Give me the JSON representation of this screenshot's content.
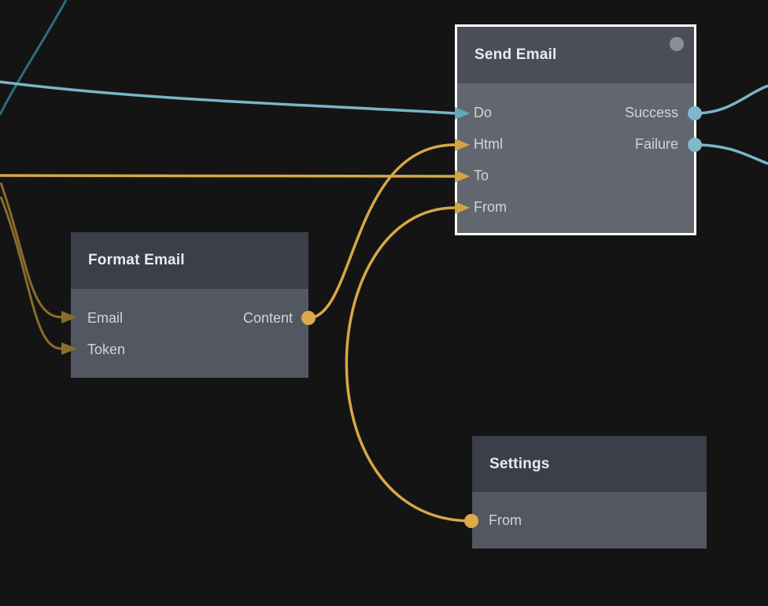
{
  "canvas": {
    "background_color": "#141414"
  },
  "colors": {
    "wire_gold": "#d7a847",
    "wire_gold_dim": "#8a6c2c",
    "wire_teal": "#79b6c7",
    "wire_teal_dim": "#2f6c82",
    "node_header": "#3a3f49",
    "node_body": "#525761",
    "selected_node_header": "#4a4e58",
    "selected_node_body": "#62666f",
    "selection_border": "#ffffff",
    "status_dot": "#8d8f94"
  },
  "nodes": {
    "send_email": {
      "title": "Send Email",
      "selected": true,
      "status_indicator": "gray-dot",
      "ports": {
        "do": "Do",
        "html": "Html",
        "to": "To",
        "from": "From",
        "success": "Success",
        "failure": "Failure"
      }
    },
    "format_email": {
      "title": "Format Email",
      "selected": false,
      "ports": {
        "email": "Email",
        "token": "Token",
        "content": "Content"
      }
    },
    "settings": {
      "title": "Settings",
      "selected": false,
      "ports": {
        "from": "From"
      }
    }
  },
  "connections": [
    {
      "from": "offscreen-left",
      "to": "send_email.do",
      "color": "teal"
    },
    {
      "from": "offscreen-left",
      "to": "send_email.to",
      "color": "gold"
    },
    {
      "from": "offscreen-left",
      "to": "format_email.email",
      "color": "gold-dim"
    },
    {
      "from": "offscreen-left",
      "to": "format_email.token",
      "color": "gold-dim"
    },
    {
      "from": "format_email.content",
      "to": "send_email.html",
      "color": "gold"
    },
    {
      "from": "settings.from",
      "to": "send_email.from",
      "color": "gold"
    },
    {
      "from": "send_email.success",
      "to": "offscreen-right",
      "color": "teal"
    },
    {
      "from": "send_email.failure",
      "to": "offscreen-right",
      "color": "teal"
    },
    {
      "from": "offscreen-top",
      "to": "offscreen-left",
      "color": "teal-dim"
    }
  ]
}
